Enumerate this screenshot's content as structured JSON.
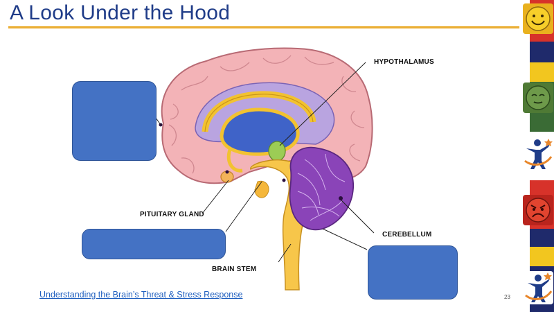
{
  "slide": {
    "title": "A Look Under the Hood",
    "page_number": "23",
    "link_text": "Understanding the Brain’s Threat & Stress Response"
  },
  "diagram": {
    "labels": {
      "hypothalamus": "HYPOTHALAMUS",
      "pituitary": "PITUITARY GLAND",
      "cerebellum": "CEREBELLUM",
      "brainstem": "BRAIN STEM"
    }
  },
  "sidebar": {
    "icons": [
      "happy-face-icon",
      "calm-face-icon",
      "person-logo-icon",
      "angry-face-icon",
      "person-logo-icon"
    ],
    "colors": {
      "red": "#d7322a",
      "yellow": "#f2c61f",
      "navy": "#1f2a6b",
      "green": "#3a6b35"
    }
  },
  "colors": {
    "title": "#1f3c88",
    "accent_rule": "#e8a317",
    "box_fill": "#4472c4",
    "link": "#1f5fbf"
  }
}
